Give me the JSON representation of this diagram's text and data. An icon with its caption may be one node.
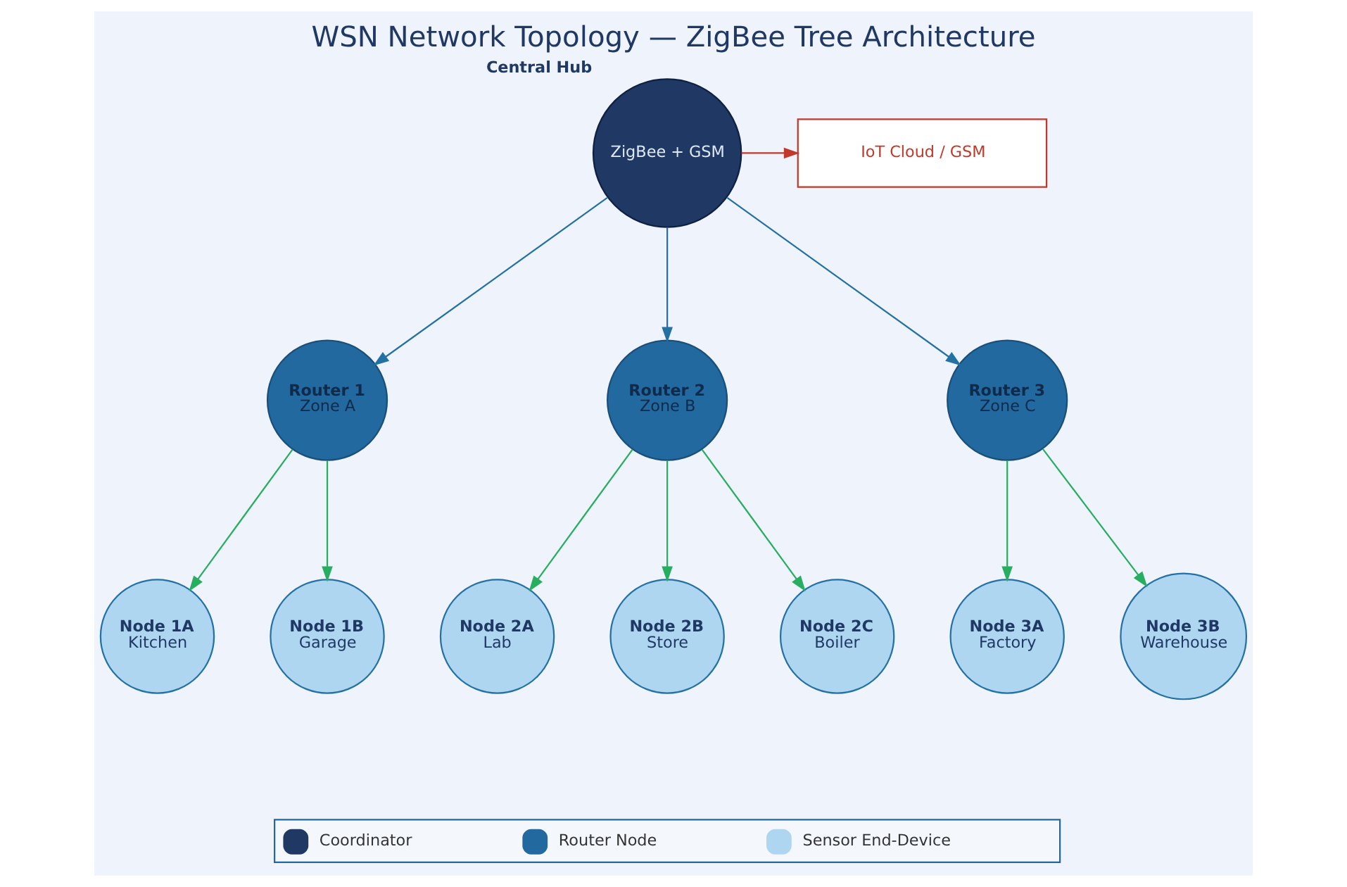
{
  "diagram": {
    "title": "WSN Network Topology — ZigBee Tree Architecture",
    "nodes": [
      {
        "text": [
          "ZigBee + GSM"
        ],
        "beside": [
          "Central Hub"
        ]
      },
      {
        "text": [
          "IoT Cloud / GSM"
        ]
      },
      {
        "text": [
          "Router 1",
          "Zone A"
        ]
      },
      {
        "text": [
          "Router 2",
          "Zone B"
        ]
      },
      {
        "text": [
          "Router 3",
          "Zone C"
        ]
      },
      {
        "text": [
          "Node 1A",
          "Kitchen"
        ]
      },
      {
        "text": [
          "Node 1B",
          "Garage"
        ]
      },
      {
        "text": [
          "Node 2A",
          "Lab"
        ]
      },
      {
        "text": [
          "Node 2B",
          "Store"
        ]
      },
      {
        "text": [
          "Node 2C",
          "Boiler"
        ]
      },
      {
        "text": [
          "Node 3A",
          "Factory"
        ]
      },
      {
        "text": [
          "Node 3B",
          "Warehouse"
        ]
      }
    ],
    "edges": [
      {
        "from": 0,
        "to": 1,
        "arrow": "to",
        "color": "#c0392b"
      },
      {
        "from": 0,
        "to": 2,
        "arrow": "to",
        "color": "#2471a3"
      },
      {
        "from": 0,
        "to": 3,
        "arrow": "to",
        "color": "#2471a3"
      },
      {
        "from": 0,
        "to": 4,
        "arrow": "to",
        "color": "#2471a3"
      },
      {
        "from": 2,
        "to": 5,
        "arrow": "to"
      },
      {
        "from": 2,
        "to": 6,
        "arrow": "to"
      },
      {
        "from": 3,
        "to": 7,
        "arrow": "to"
      },
      {
        "from": 3,
        "to": 8,
        "arrow": "to"
      },
      {
        "from": 3,
        "to": 9,
        "arrow": "to"
      },
      {
        "from": 4,
        "to": 10,
        "arrow": "to"
      },
      {
        "from": 4,
        "to": 11,
        "arrow": "to"
      }
    ],
    "legend": [
      {
        "text": "Coordinator",
        "color": "#1f3864"
      },
      {
        "text": "Router Node",
        "color": "#21699e"
      },
      {
        "text": "Sensor End-Device",
        "color": "#aed6f1"
      }
    ]
  }
}
